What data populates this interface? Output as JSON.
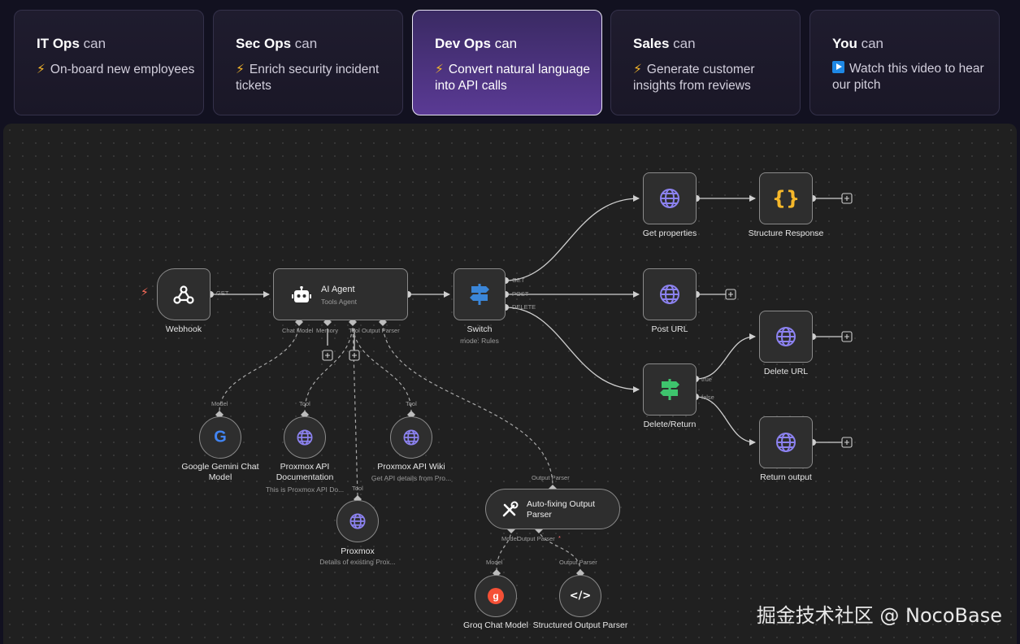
{
  "tabs": [
    {
      "team": "IT Ops",
      "can": "can",
      "icon": "lightning-icon",
      "desc": "On-board new employees"
    },
    {
      "team": "Sec Ops",
      "can": "can",
      "icon": "lightning-icon",
      "desc": "Enrich security incident tickets"
    },
    {
      "team": "Dev Ops",
      "can": "can",
      "icon": "lightning-icon",
      "desc": "Convert natural language into API calls",
      "active": true
    },
    {
      "team": "Sales",
      "can": "can",
      "icon": "lightning-icon",
      "desc": "Generate customer insights from reviews"
    },
    {
      "team": "You",
      "can": "can",
      "icon": "play-icon",
      "desc": "Watch this video to hear our pitch"
    }
  ],
  "nodes": {
    "webhook": {
      "label": "Webhook",
      "port": "GET"
    },
    "agent": {
      "label": "AI Agent",
      "sub": "Tools Agent",
      "ports": [
        "Chat Model",
        "Memory",
        "Tool",
        "Output Parser"
      ]
    },
    "switch": {
      "label": "Switch",
      "sub": "mode: Rules",
      "ports": [
        "GET",
        "POST",
        "DELETE"
      ]
    },
    "get_props": {
      "label": "Get properties"
    },
    "structure": {
      "label": "Structure Response"
    },
    "post_url": {
      "label": "Post URL"
    },
    "delete_return": {
      "label": "Delete/Return",
      "ports": [
        "true",
        "false"
      ]
    },
    "delete_url": {
      "label": "Delete URL"
    },
    "return_output": {
      "label": "Return output"
    },
    "gemini": {
      "label": "Google Gemini Chat Model",
      "port": "Model"
    },
    "doc": {
      "label": "Proxmox API Documentation",
      "sub": "This is Proxmox API Do...",
      "port": "Tool"
    },
    "wiki": {
      "label": "Proxmox API Wiki",
      "sub": "Get API details from Pro...",
      "port": "Tool"
    },
    "proxmox": {
      "label": "Proxmox",
      "sub": "Details of existing Prox...",
      "port": "Tool"
    },
    "autofix": {
      "label": "Auto-fixing Output Parser",
      "port_in": "Output Parser",
      "ports": [
        "Model",
        "Output Parser"
      ],
      "required": "*"
    },
    "groq": {
      "label": "Groq Chat Model",
      "port": "Model"
    },
    "structured": {
      "label": "Structured Output Parser",
      "port": "Output Parser"
    }
  },
  "watermark": "掘金技术社区 @ NocoBase",
  "colors": {
    "accent": "#5a3a94",
    "globe": "#8c82f0",
    "switch": "#3b86d8",
    "switch_green": "#3ec46d",
    "braces": "#f5b72a",
    "trigger": "#ff6d5a"
  }
}
